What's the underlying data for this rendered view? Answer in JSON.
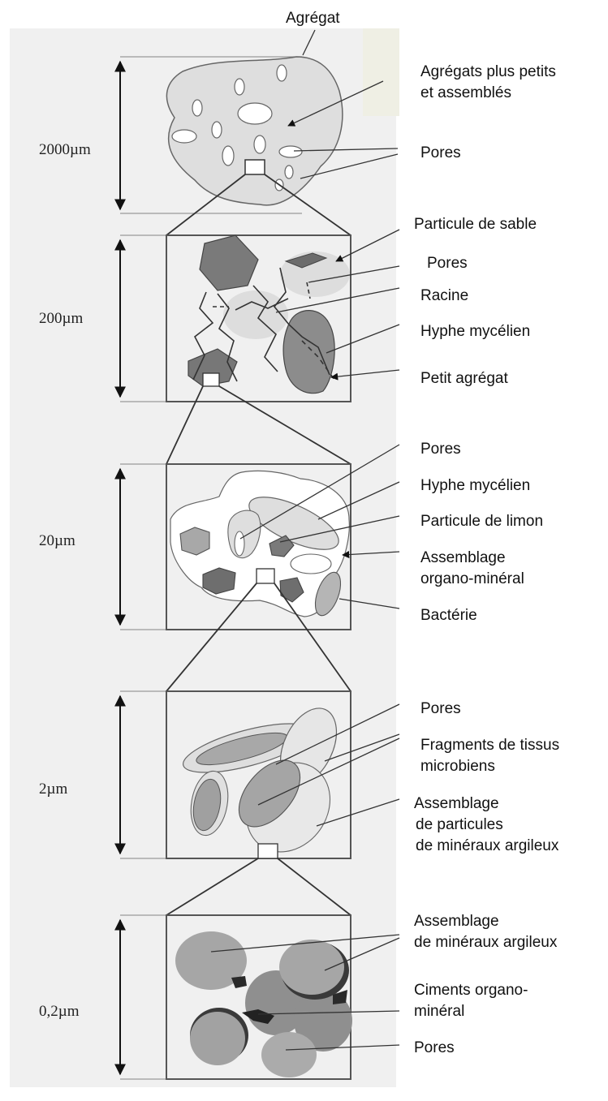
{
  "title": "Agrégat",
  "colors": {
    "panel_bg": "#f0f0f0",
    "light_fill": "#dcdcdc",
    "mid_fill": "#a5a5a5",
    "dark_fill": "#6f6f6f",
    "sticky_note": "#efefe4"
  },
  "levels": [
    {
      "scale": "2000µm",
      "labels": [
        "Agrégats plus petits",
        "et assemblés",
        "Pores"
      ]
    },
    {
      "scale": "200µm",
      "labels": [
        "Particule de sable",
        "Pores",
        "Racine",
        "Hyphe mycélien",
        "Petit agrégat"
      ]
    },
    {
      "scale": "20µm",
      "labels": [
        "Pores",
        "Hyphe mycélien",
        "Particule de limon",
        "Assemblage",
        "organo-minéral",
        "Bactérie"
      ]
    },
    {
      "scale": "2µm",
      "labels": [
        "Pores",
        "Fragments de tissus",
        "microbiens",
        "Assemblage",
        "de particules",
        "de minéraux argileux"
      ]
    },
    {
      "scale": "0,2µm",
      "labels": [
        "Assemblage",
        "de minéraux argileux",
        "Ciments organo-",
        "minéral",
        "Pores"
      ]
    }
  ]
}
